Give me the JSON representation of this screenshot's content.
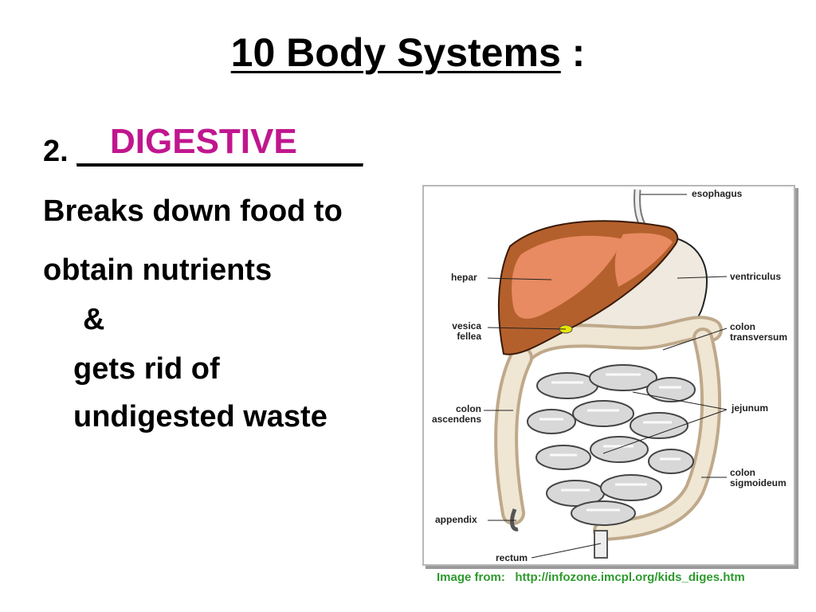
{
  "slide": {
    "title": "10 Body Systems",
    "title_suffix": " :",
    "item_number": "2. ",
    "blank": "_________________",
    "answer": "DIGESTIVE",
    "lines": [
      "Breaks down food to",
      "obtain nutrients",
      "&",
      "gets rid of",
      "undigested waste"
    ]
  },
  "diagram": {
    "labels": {
      "esophagus": "esophagus",
      "hepar": "hepar",
      "ventriculus": "ventriculus",
      "vesica_1": "vesica",
      "vesica_2": "fellea",
      "colon_t_1": "colon",
      "colon_t_2": "transversum",
      "jejunum": "jejunum",
      "colon_a_1": "colon",
      "colon_a_2": "ascendens",
      "colon_s_1": "colon",
      "colon_s_2": "sigmoideum",
      "appendix": "appendix",
      "rectum": "rectum"
    }
  },
  "credit": {
    "prefix": "Image from:   ",
    "url": "http://infozone.imcpl.org/kids_diges.htm"
  },
  "colors": {
    "answer": "#c0168e",
    "credit": "#2e9a2e",
    "liver": "#b4602c",
    "stomach": "#efe9df",
    "intestine": "#d8d8d8"
  }
}
